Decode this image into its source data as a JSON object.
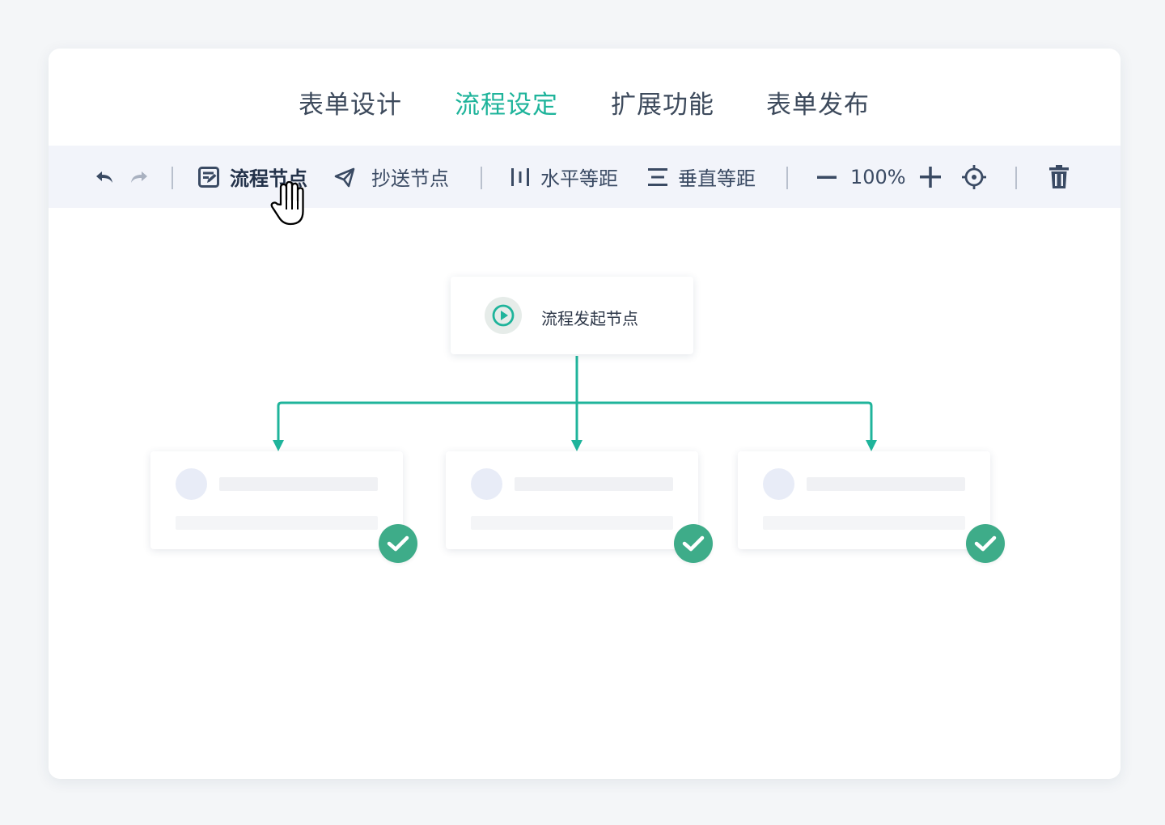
{
  "tabs": [
    {
      "label": "表单设计",
      "active": false
    },
    {
      "label": "流程设定",
      "active": true
    },
    {
      "label": "扩展功能",
      "active": false
    },
    {
      "label": "表单发布",
      "active": false
    }
  ],
  "toolbar": {
    "undo_icon": "undo-icon",
    "redo_icon": "redo-icon",
    "flow_node_label": "流程节点",
    "cc_node_label": "抄送节点",
    "h_spacing_label": "水平等距",
    "v_spacing_label": "垂直等距",
    "zoom_level": "100%",
    "zoom_out_icon": "minus-icon",
    "zoom_in_icon": "plus-icon",
    "locate_icon": "crosshair-icon",
    "delete_icon": "trash-icon"
  },
  "flow": {
    "start_node_label": "流程发起节点",
    "child_nodes": [
      {
        "status": "approved"
      },
      {
        "status": "approved"
      },
      {
        "status": "approved"
      }
    ]
  },
  "colors": {
    "accent": "#1fb49b",
    "check": "#3eac89",
    "toolbar_bg": "#f2f4fa"
  }
}
